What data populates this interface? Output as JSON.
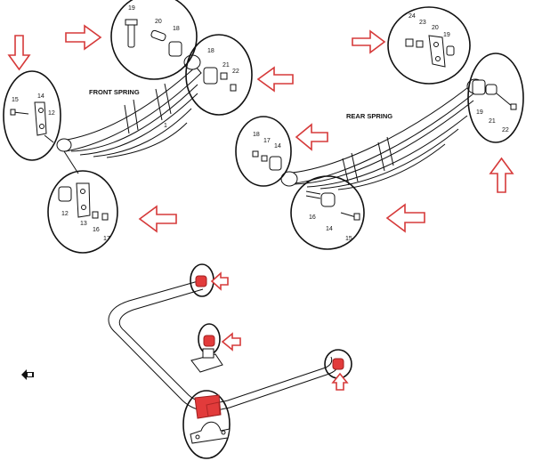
{
  "titles": {
    "front_spring": "FRONT SPRING",
    "rear_spring": "REAR SPRING"
  },
  "part_numbers": {
    "front_top": [
      "19",
      "20",
      "18"
    ],
    "front_right": [
      "18",
      "21",
      "22"
    ],
    "front_left": [
      "15",
      "14",
      "12"
    ],
    "front_bottom": [
      "12",
      "13",
      "16",
      "17"
    ],
    "front_spring_center": "1",
    "rear_top": [
      "24",
      "23",
      "20",
      "19"
    ],
    "rear_right": [
      "19",
      "21",
      "22"
    ],
    "rear_left": [
      "18",
      "17",
      "14"
    ],
    "rear_bottom": [
      "16",
      "14",
      "15"
    ]
  },
  "colors": {
    "arrow_outline": "#d63a3a",
    "bushing_red": "#e23b3b",
    "ink": "#111111"
  },
  "icons": {
    "callout_arrow": "hollow-arrow-icon",
    "corner_marker": "direction-marker-icon"
  }
}
